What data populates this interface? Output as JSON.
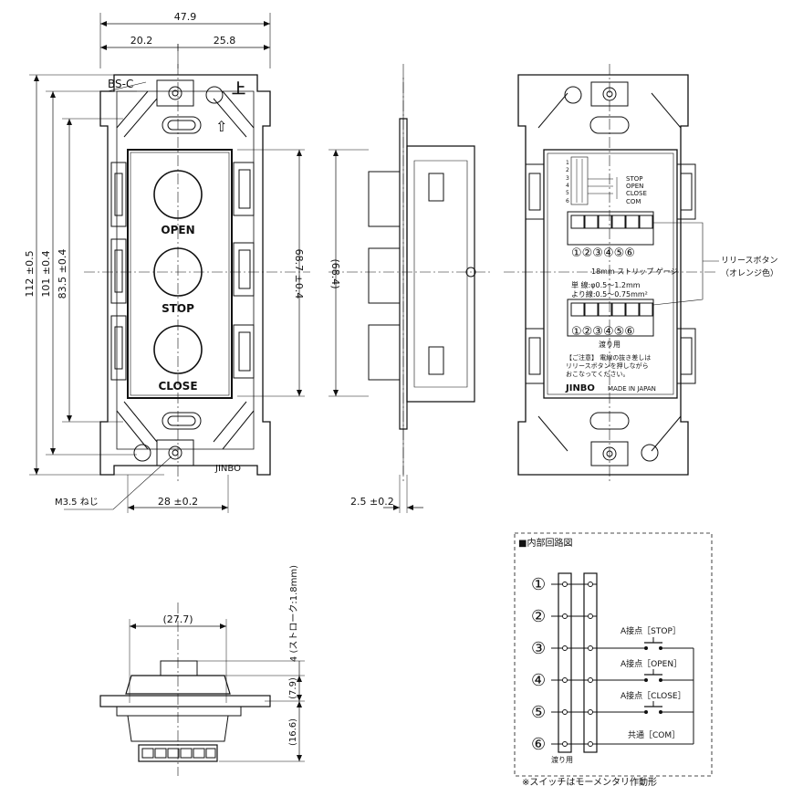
{
  "front_view": {
    "model": "BS-C",
    "up_mark": "上",
    "up_arrow": "⇧",
    "buttons": [
      "OPEN",
      "STOP",
      "CLOSE"
    ],
    "brand": "JINBO",
    "screw_label": "M3.5 ねじ",
    "dims": {
      "total_width": "47.9",
      "left_width": "20.2",
      "right_width": "25.8",
      "height_112": "112 ±0.5",
      "height_101": "101 ±0.4",
      "height_83": "83.5 ±0.4",
      "height_68": "68.7 ±0.4",
      "base_width": "28 ±0.2"
    }
  },
  "side_view": {
    "height": "(68.4)",
    "thickness": "2.5 ±0.2"
  },
  "back_view": {
    "terminal_mini": [
      "1",
      "2",
      "3",
      "4",
      "5",
      "6"
    ],
    "legend": [
      "STOP",
      "OPEN",
      "CLOSE",
      "COM"
    ],
    "numbers_top": "①②③④⑤⑥",
    "strip_line": "18mm ストリップ ゲージ",
    "wire1": "単 線:φ0.5～1.2mm",
    "wire2": "より線:0.5～0.75mm²",
    "numbers_bottom": "①②③④⑤⑥",
    "crossover": "渡り用",
    "caution1": "【ご注意】 電線の抜き差しは",
    "caution2": "リリースボタンを押しながら",
    "caution3": "おこなってください。",
    "brand": "JINBO",
    "made_in": "MADE IN JAPAN",
    "release_label1": "リリースボタン",
    "release_label2": "（オレンジ色）"
  },
  "bottom_view": {
    "width": "(27.7)",
    "d1": "4 (ストローク:1.8mm)",
    "d2": "(7.9)",
    "d3": "(16.6)"
  },
  "circuit": {
    "title": "■内部回路図",
    "terminals": [
      "①",
      "②",
      "③",
      "④",
      "⑤",
      "⑥"
    ],
    "contacts": [
      "A接点［STOP］",
      "A接点［OPEN］",
      "A接点［CLOSE］",
      "共通［COM］"
    ],
    "crossover": "渡り用",
    "note": "※スイッチはモーメンタリ作動形"
  }
}
